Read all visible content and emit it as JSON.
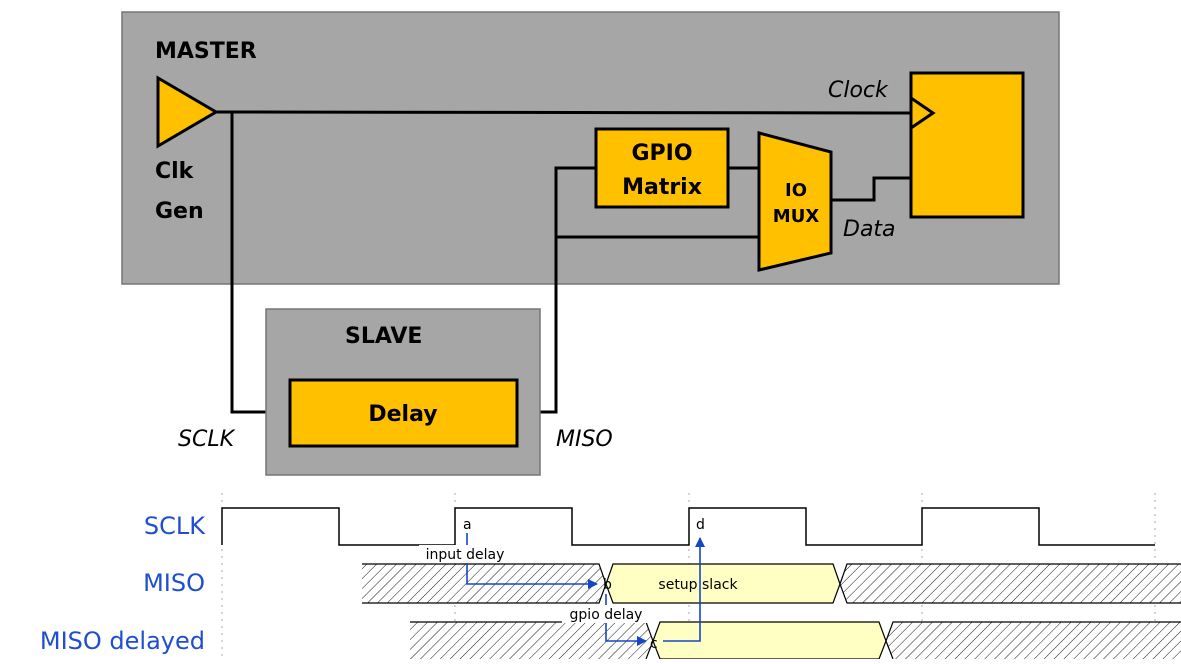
{
  "block_diagram": {
    "master_label": "MASTER",
    "clk_gen_label": [
      "Clk",
      "Gen"
    ],
    "gpio_matrix_label": [
      "GPIO",
      "Matrix"
    ],
    "io_mux_label": [
      "IO",
      "MUX"
    ],
    "clock_label": "Clock",
    "data_label": "Data",
    "slave_label": "SLAVE",
    "delay_label": "Delay",
    "sclk_label": "SCLK",
    "miso_label": "MISO"
  },
  "timing_diagram": {
    "signals": [
      "SCLK",
      "MISO",
      "MISO delayed"
    ],
    "markers": [
      "a",
      "b",
      "c",
      "d"
    ],
    "annotations": {
      "input_delay": "input delay",
      "gpio_delay": "gpio delay",
      "setup_slack": "setup slack"
    }
  },
  "colors": {
    "block_fill": "#ffc000",
    "panel_fill": "#a6a6a6",
    "signal_name": "#1f4fd1",
    "arrow": "#1646c8",
    "valid_data": "#ffffc4"
  }
}
